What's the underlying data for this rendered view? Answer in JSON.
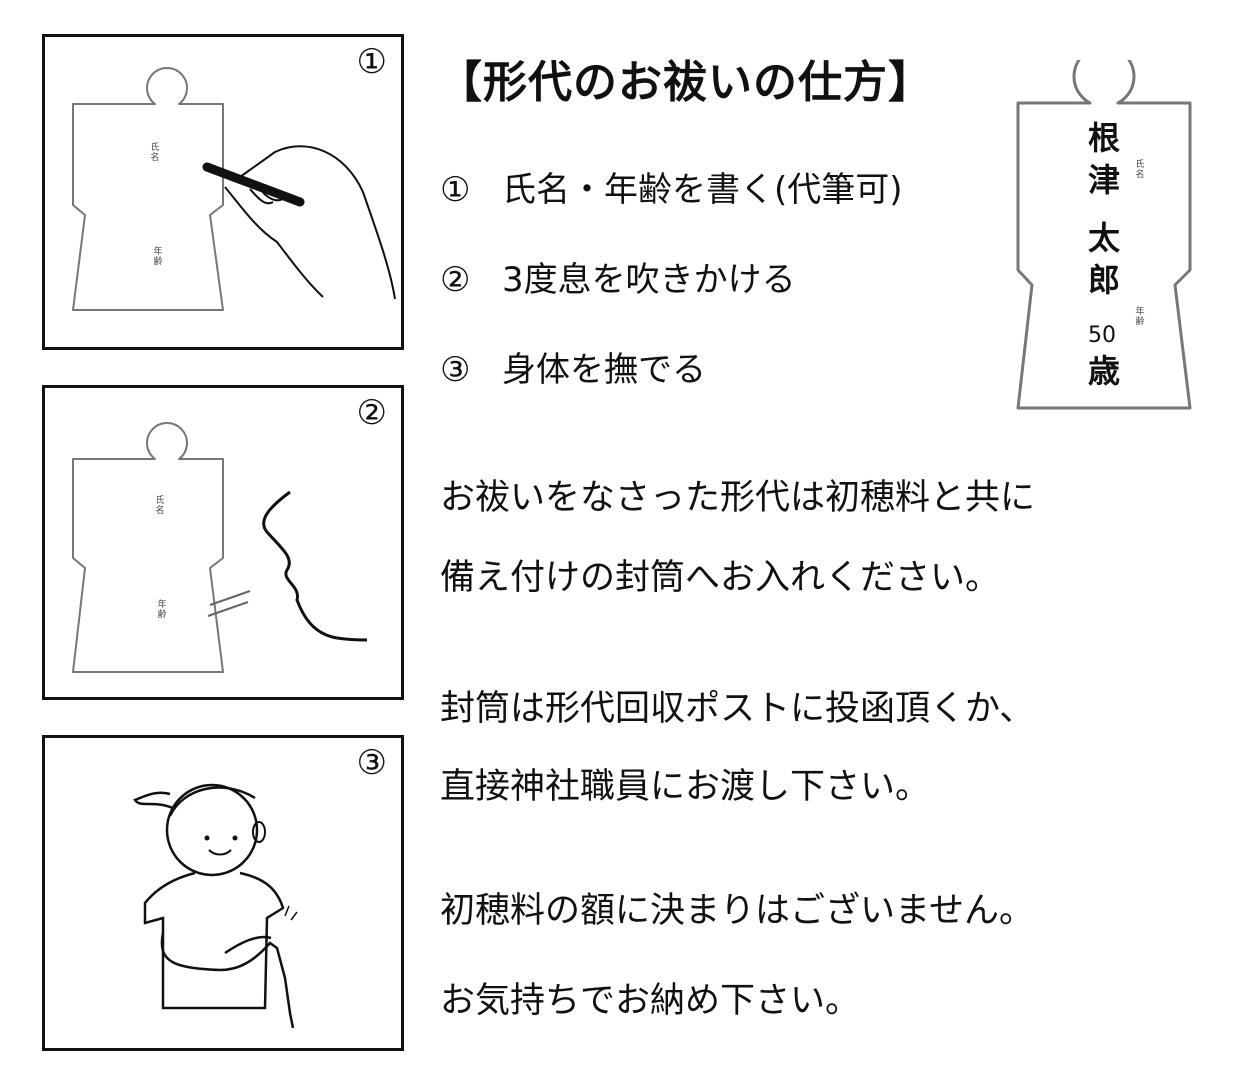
{
  "title": "【形代のお祓いの仕方】",
  "steps": [
    {
      "num": "①",
      "text": "氏名・年齢を書く(代筆可)"
    },
    {
      "num": "②",
      "text": "3度息を吹きかける"
    },
    {
      "num": "③",
      "text": "身体を撫でる"
    }
  ],
  "panels": [
    {
      "num": "①",
      "form_labels": {
        "name": "氏名",
        "age": "年齢"
      }
    },
    {
      "num": "②",
      "form_labels": {
        "name": "氏名",
        "age": "年齢"
      }
    },
    {
      "num": "③"
    }
  ],
  "sample": {
    "name_char_1": "根",
    "name_char_2": "津",
    "name_char_3": "太",
    "name_char_4": "郎",
    "age_number": "50",
    "age_unit": "歳",
    "label_name": "氏名",
    "label_age": "年齢"
  },
  "paragraphs": {
    "p1_line1": "お祓いをなさった形代は初穂料と共に",
    "p1_line2": "備え付けの封筒へお入れください。",
    "p2_line1": "封筒は形代回収ポストに投函頂くか、",
    "p2_line2": "直接神社職員にお渡し下さい。",
    "p3_line1": "初穂料の額に決まりはございません。",
    "p3_line2": "お気持ちでお納め下さい。"
  }
}
